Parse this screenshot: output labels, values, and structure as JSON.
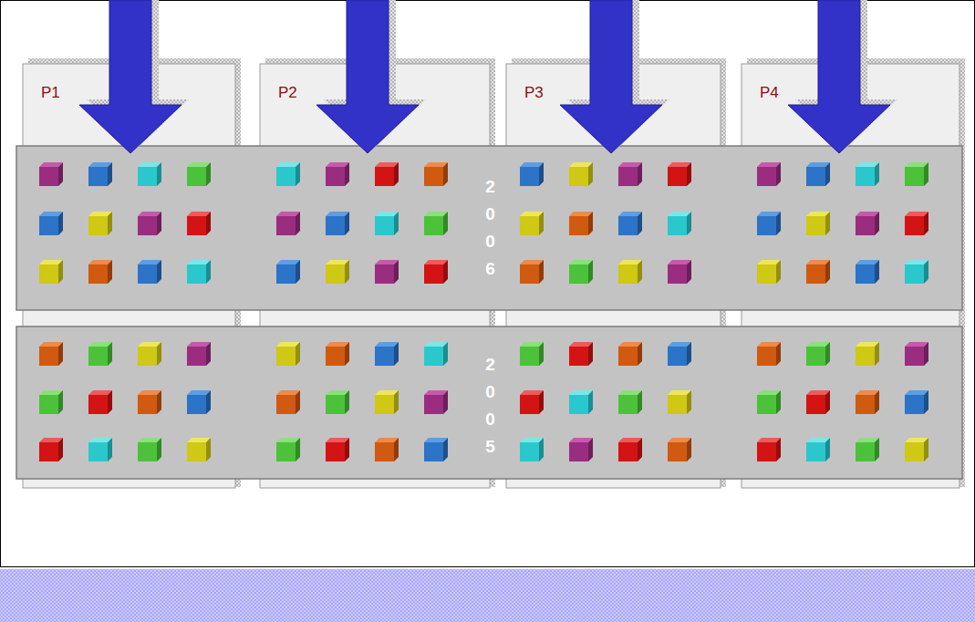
{
  "diagram": {
    "nodes": [
      {
        "text": [
          "P1"
        ]
      },
      {
        "text": [
          "P2"
        ]
      },
      {
        "text": [
          "P3"
        ]
      },
      {
        "text": [
          "P4"
        ]
      },
      {
        "text": [
          "2006"
        ]
      },
      {
        "text": [
          "2005"
        ]
      }
    ]
  }
}
